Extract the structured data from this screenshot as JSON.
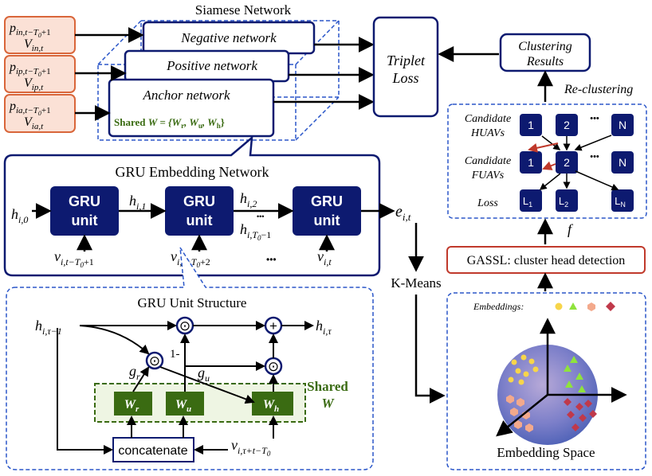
{
  "siamese": {
    "title": "Siamese Network",
    "negative": "Negative network",
    "positive": "Positive network",
    "anchor": "Anchor network",
    "shared_prefix": "Shared ",
    "shared_eq": "W = {W",
    "shared_r": "r",
    "shared_u": "u",
    "shared_h": "h",
    "sep": ", W",
    "close": "}"
  },
  "inputs": {
    "neg_p": "p",
    "neg_p_sub": "in,t−T",
    "neg_p_sub2": "0",
    "neg_p_tail": "+1",
    "neg_v": "V",
    "neg_v_sub": "in,t",
    "pos_p": "p",
    "pos_p_sub": "ip,t−T",
    "pos_p_sub2": "0",
    "pos_p_tail": "+1",
    "pos_v": "V",
    "pos_v_sub": "ip,t",
    "anc_p": "p",
    "anc_p_sub": "ia,t−T",
    "anc_p_sub2": "0",
    "anc_p_tail": "+1",
    "anc_v": "V",
    "anc_v_sub": "ia,t"
  },
  "triplet": {
    "line1": "Triplet",
    "line2": "Loss"
  },
  "clustering": {
    "line1": "Clustering",
    "line2": "Results",
    "recluster": "Re-clustering"
  },
  "candidates": {
    "huav_line1": "Candidate",
    "huav_line2": "HUAVs",
    "fuav_line1": "Candidate",
    "fuav_line2": "FUAVs",
    "loss": "Loss",
    "n1": "1",
    "n2": "2",
    "nN": "N",
    "dots": "•••",
    "l": "L",
    "l1": "1",
    "l2": "2",
    "lN": "N"
  },
  "f_label": "f",
  "gassl": "GASSL: cluster head detection",
  "kmeans": "K-Means",
  "embedding": {
    "legend_label": "Embeddings:",
    "space_label": "Embedding Space"
  },
  "gru_net": {
    "title": "GRU Embedding Network",
    "unit_line1": "GRU",
    "unit_line2": "unit",
    "h": "h",
    "h0_sub": "i,0",
    "h1_sub": "i,1",
    "h2_sub": "i,2",
    "hT_sub": "i,T",
    "hT_sub2": "0",
    "hT_tail": "−1",
    "v": "v",
    "v1_sub": "i,t−T",
    "v1_sub2": "0",
    "v1_tail": "+1",
    "v2_tail": "+2",
    "vt_sub": "i,t",
    "dots": "•••",
    "e": "e",
    "e_sub": "i,t"
  },
  "gru_unit": {
    "title": "GRU Unit Structure",
    "h": "h",
    "hprev_sub": "i,τ−1",
    "hout_sub": "i,τ",
    "g": "g",
    "gr_sub": "r",
    "gu_sub": "u",
    "one_minus": "1-",
    "W": "W",
    "wr_sub": "r",
    "wu_sub": "u",
    "wh_sub": "h",
    "shared_line1": "Shared",
    "shared_line2": "W",
    "concat": "concatenate",
    "v": "v",
    "vin_sub": "i,τ+t−T",
    "vin_sub2": "0",
    "odot": "⊙",
    "oplus": "+"
  },
  "colors": {
    "navy": "#0d1a70",
    "blue_dash": "#2b57c9",
    "green": "#3a6b12",
    "green_fill": "#eef5e3",
    "red": "#c0392b",
    "salmon_fill": "#fbe1d6",
    "salmon_stroke": "#d9663a",
    "yellow": "#f7d54a",
    "lime": "#8fe33c",
    "peach": "#f3a98c",
    "crimson": "#c0394a"
  }
}
